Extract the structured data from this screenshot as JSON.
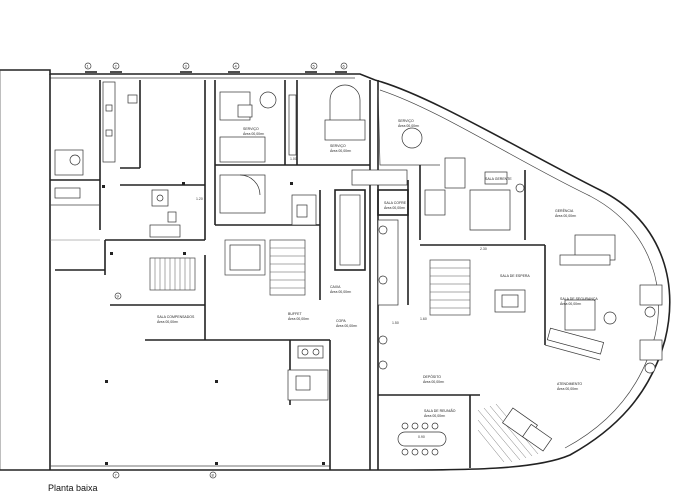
{
  "caption": "Planta baixa",
  "rooms": {
    "servico_top": "SERVIÇO",
    "servico_top_sub": "Área 00,00m²",
    "servico_mid": "SERVIÇO",
    "servico_mid_sub": "Área 00,00m²",
    "servico_right": "SERVIÇO",
    "servico_right_sub": "Área 00,00m²",
    "sala_gerente": "SALA GERENTE",
    "sala_espera": "SALA DE ESPERA",
    "sala_compensados": "SALA COMPENSADOS",
    "sala_compensados_sub": "Área 00,00m²",
    "sala_cofre": "SALA COFRE",
    "sala_cofre_sub": "Área 00,00m²",
    "sala_reuniao": "SALA DE REUNIÃO",
    "sala_reuniao_sub": "Área 00,00m²",
    "sala_seguranca": "SALA DE SEGURANÇA",
    "sala_seguranca_sub": "Área 00,00m²",
    "gerencia": "GERÊNCIA",
    "gerencia_sub": "Área 00,00m²",
    "atendimento": "ATENDIMENTO",
    "atendimento_sub": "Área 00,00m²",
    "deposito": "DEPÓSITO",
    "deposito_sub": "Área 00,00m²",
    "buffet": "BUFFET",
    "buffet_sub": "Área 00,00m²",
    "copa": "COPA",
    "copa_sub": "Área 00,00m²",
    "caixa": "CAIXA",
    "caixa_sub": "Área 00,00m²"
  },
  "dimensions": [
    "1.00",
    "1.20",
    "2.30",
    "0.90",
    "1.50",
    "1.60"
  ],
  "axes": [
    "1",
    "2",
    "3",
    "4",
    "5",
    "6",
    "7",
    "8",
    "9"
  ]
}
